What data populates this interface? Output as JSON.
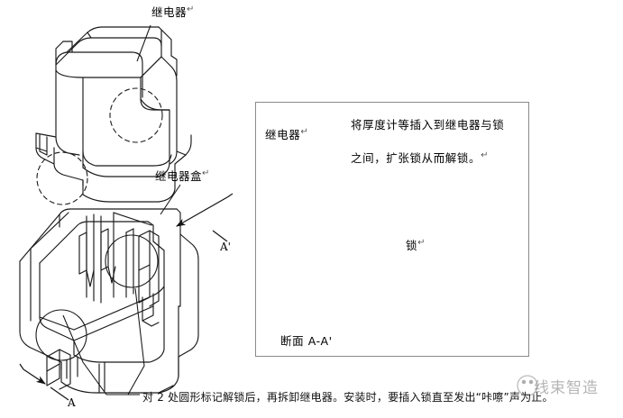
{
  "document": {
    "type": "technical-exploded-diagram",
    "language": "zh-CN",
    "background_color": "#ffffff",
    "line_color": "#1a1a1a"
  },
  "labels": {
    "relay_top": "继电器",
    "relay_box": "继电器盒",
    "section_arrow_a_prime": "A'",
    "section_arrow_a": "A",
    "pilcrow": "↵"
  },
  "inset": {
    "border_color": "#8a8a8a",
    "relay_label": "继电器",
    "lock_label": "锁",
    "instruction_line1": "将厚度计等插入到继电器与锁",
    "instruction_line2": "之间，扩张锁从而解锁。",
    "section_caption": "断面  A-A'"
  },
  "caption": {
    "text": "对 2 处圆形标记解锁后，再拆卸继电器。安装时，要插入锁直至发出“咔嚓”声为止。"
  },
  "watermark": {
    "text": "线束智造",
    "color": "#787878"
  }
}
